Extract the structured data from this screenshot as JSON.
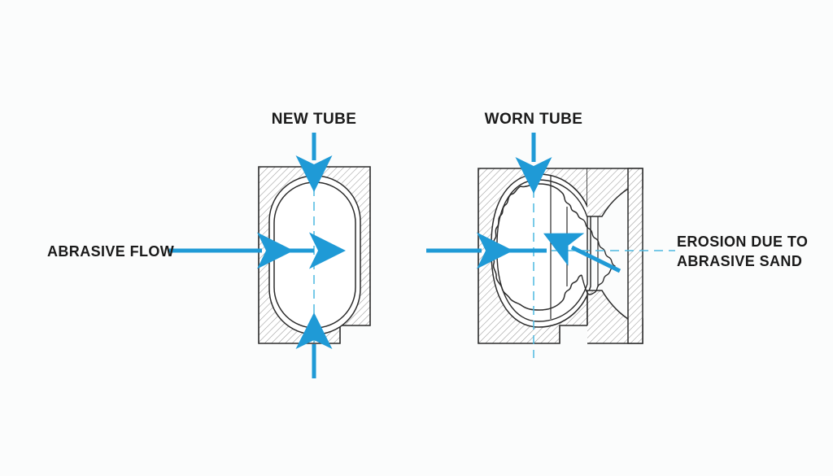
{
  "page": {
    "title": "Tube wear comparison diagram",
    "background_color": "#fbfcfc"
  },
  "colors": {
    "accent_blue": "#1f9ad6",
    "centerline_blue": "#4cb8e0",
    "outline": "#2b2b2b",
    "hatch": "#9a9a9a",
    "text": "#1a1a1a"
  },
  "labels": {
    "new_tube": "NEW TUBE",
    "worn_tube": "WORN TUBE",
    "abrasive_flow": "ABRASIVE FLOW",
    "erosion_line1": "EROSION DUE TO",
    "erosion_line2": "ABRASIVE SAND"
  },
  "icons": {
    "new_tube_top_arrow": "arrow-down-icon",
    "new_tube_bottom_arrow": "arrow-up-icon",
    "worn_tube_top_arrow": "arrow-down-icon",
    "abrasive_flow_arrow_left": "arrow-right-icon",
    "abrasive_flow_arrow_inner": "arrow-right-icon",
    "worn_flow_arrow": "arrow-right-icon",
    "erosion_pointer_arrow": "arrow-up-left-icon"
  },
  "figures": [
    {
      "name": "new-tube",
      "label": "NEW TUBE",
      "description": "Cross-section of an unworn tube: rectangular hatched body with a smooth stadium-shaped bore and uniform double-line liner wall.",
      "bore_shape": "stadium",
      "wall_condition": "smooth",
      "has_notch": true
    },
    {
      "name": "worn-tube",
      "label": "WORN TUBE",
      "description": "Cross-section of a worn tube: bore enlarged and irregular with jagged eroded inner surface, with a flared trumpet outlet section on the right.",
      "bore_shape": "irregular-eroded",
      "wall_condition": "jagged-eroded",
      "has_notch": true,
      "has_flare": true
    }
  ],
  "annotations": [
    {
      "name": "abrasive-flow",
      "text": "ABRASIVE FLOW",
      "direction": "right"
    },
    {
      "name": "erosion-callout",
      "text": "EROSION DUE TO ABRASIVE SAND",
      "direction": "up-left"
    }
  ]
}
